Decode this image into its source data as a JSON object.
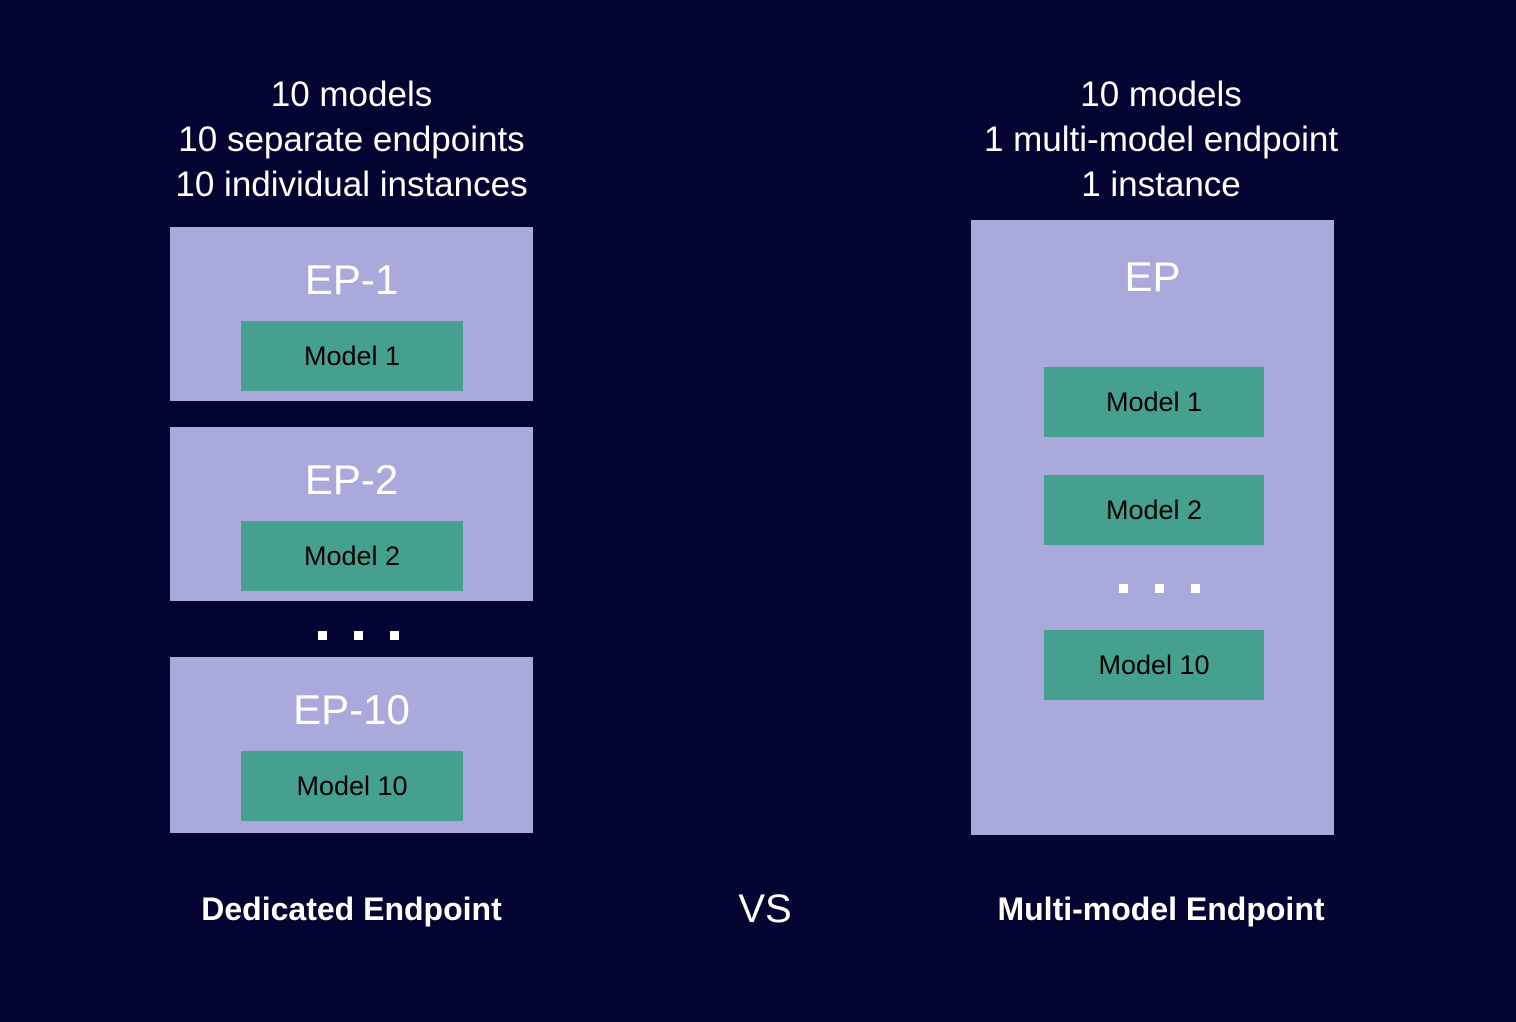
{
  "theme": {
    "background": "#040433",
    "panel": "#A9A9DC",
    "chip": "#46A08F",
    "title_text": "#FFFFFF",
    "chip_text": "#000000"
  },
  "left_column": {
    "header_lines": [
      "10 models",
      "10 separate endpoints",
      "10 individual instances"
    ],
    "endpoints": [
      {
        "title": "EP-1",
        "model": "Model 1"
      },
      {
        "title": "EP-2",
        "model": "Model 2"
      },
      {
        "title": "EP-10",
        "model": "Model 10"
      }
    ],
    "ellipsis": "...",
    "footer": "Dedicated Endpoint"
  },
  "separator": {
    "label": "VS"
  },
  "right_column": {
    "header_lines": [
      "10 models",
      "1 multi-model endpoint",
      "1 instance"
    ],
    "endpoint": {
      "title": "EP",
      "models": [
        "Model 1",
        "Model 2",
        "Model 10"
      ],
      "ellipsis": "..."
    },
    "footer": "Multi-model Endpoint"
  }
}
